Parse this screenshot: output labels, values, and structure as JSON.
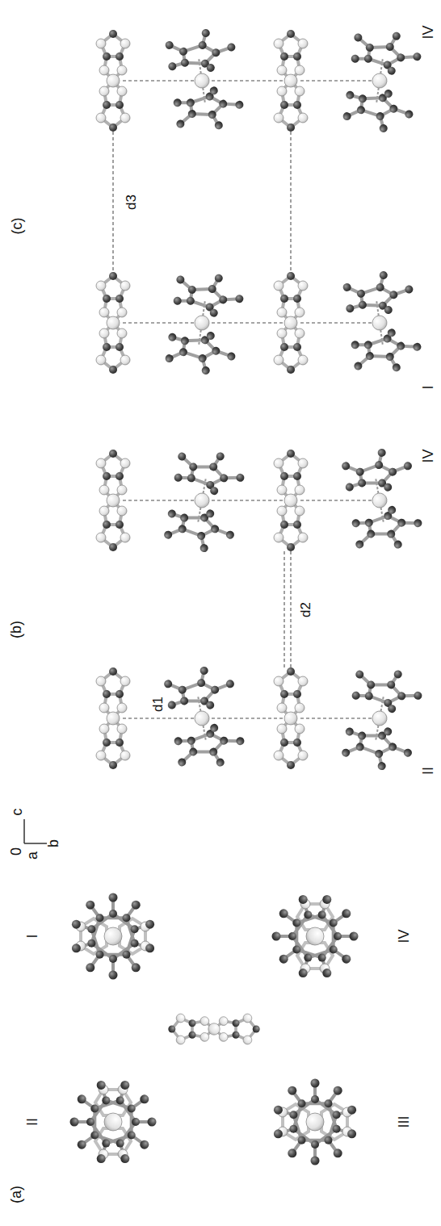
{
  "diagram": {
    "labels": [
      "(c)",
      "I",
      "IV",
      "d3",
      "(b)",
      "II",
      "IV",
      "d1",
      "d2",
      "(a)",
      "0",
      "a",
      "c",
      "b",
      "II",
      "I",
      "III",
      "IV"
    ]
  }
}
